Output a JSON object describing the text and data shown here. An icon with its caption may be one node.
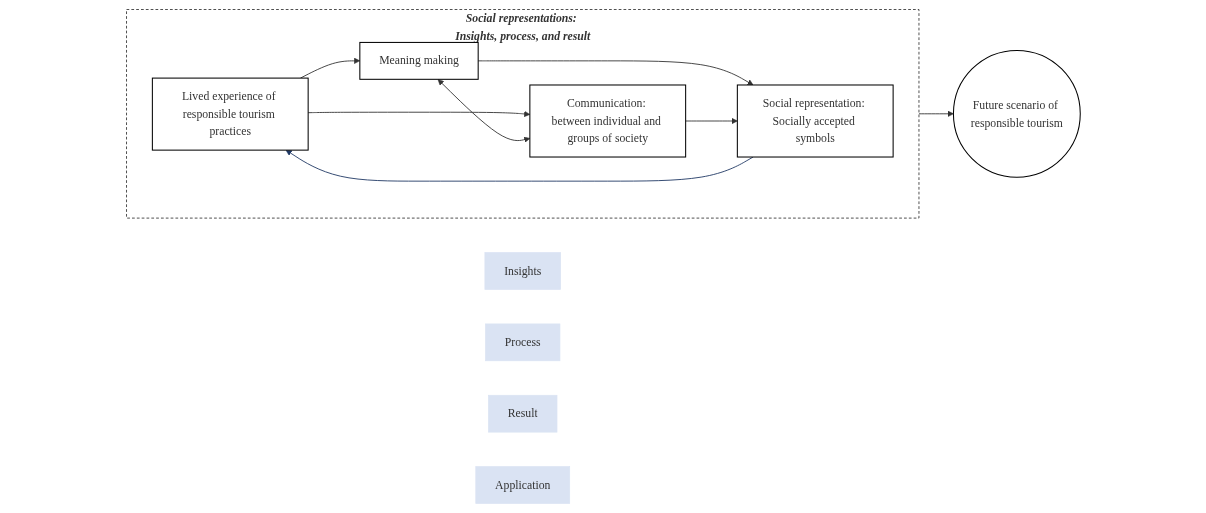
{
  "diagram": {
    "nodes": [
      {
        "text": [
          "Social representations: Insights, process, and result"
        ]
      },
      {
        "text": [
          "Lived experience of responsible tourism practices"
        ],
        "in": 0
      },
      {
        "text": [
          "Meaning making"
        ],
        "in": 0
      },
      {
        "text": [
          "Communication: between individual and groups of society"
        ],
        "in": 0
      },
      {
        "text": [
          "Social representation: Socially accepted symbols"
        ],
        "in": 0
      },
      {
        "text": [
          "Future scenario of responsible tourism"
        ]
      },
      {
        "text": [
          "Insights"
        ]
      },
      {
        "text": [
          "Process"
        ]
      },
      {
        "text": [
          "Result"
        ]
      },
      {
        "text": [
          "Application"
        ]
      }
    ],
    "edges": [
      {
        "from": 1,
        "to": 2,
        "arrow": "to"
      },
      {
        "from": 1,
        "to": 3,
        "arrow": "to"
      },
      {
        "from": 2,
        "to": 3,
        "arrow": "both"
      },
      {
        "from": 2,
        "to": 4,
        "arrow": "to"
      },
      {
        "from": 3,
        "to": 4,
        "arrow": "to"
      },
      {
        "from": 0,
        "to": 5,
        "arrow": "to"
      },
      {
        "from": 4,
        "to": 1,
        "arrow": "to",
        "color": "#1f3864"
      }
    ]
  }
}
